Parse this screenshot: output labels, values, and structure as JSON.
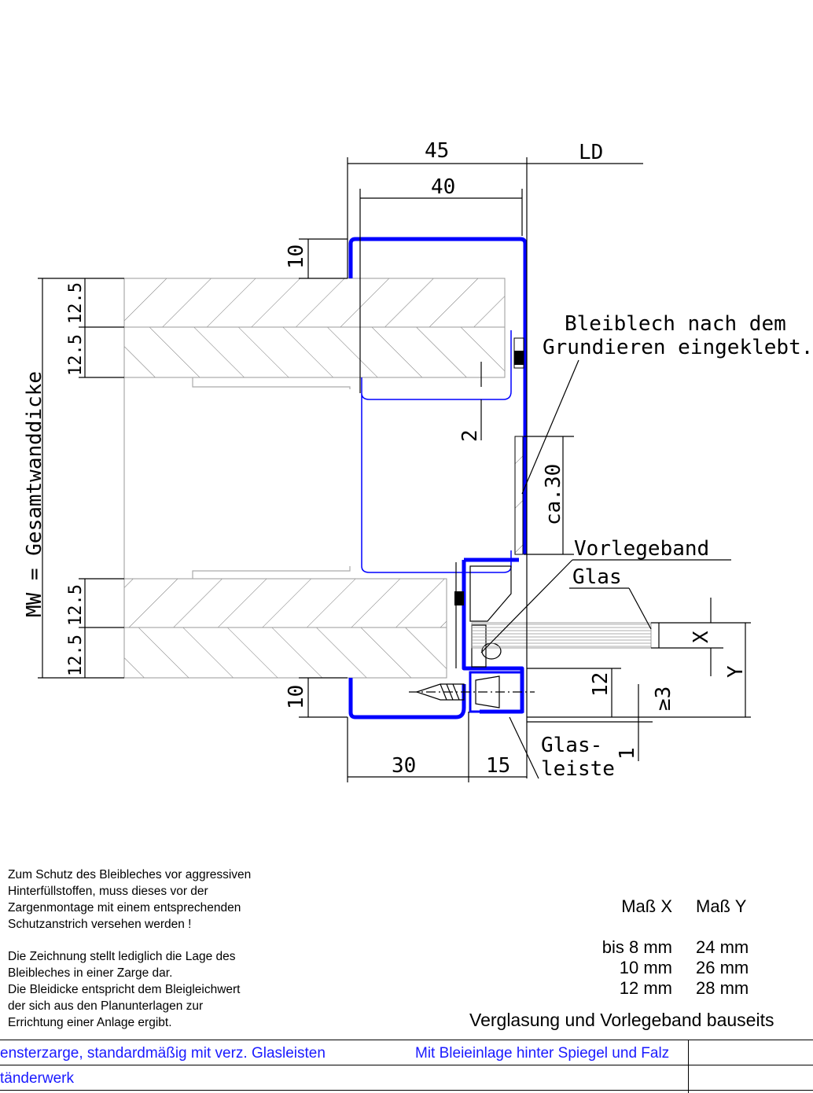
{
  "drawing": {
    "dims": {
      "d45": "45",
      "d40": "40",
      "ld": "LD",
      "d10_top": "10",
      "d12_5_a": "12.5",
      "d12_5_b": "12.5",
      "d12_5_c": "12.5",
      "d12_5_d": "12.5",
      "mw": "MW = Gesamtwanddicke",
      "d2": "2",
      "ca30": "ca.30",
      "d10_bot": "10",
      "d12": "12",
      "ge3": "≥3",
      "d1": "1",
      "d30": "30",
      "d15": "15",
      "x": "X",
      "y": "Y"
    },
    "labels": {
      "bleiblech_1": "Bleiblech nach dem",
      "bleiblech_2": "Grundieren eingeklebt.",
      "vorlegeband": "Vorlegeband",
      "glas": "Glas",
      "glasleiste_1": "Glas-",
      "glasleiste_2": "leiste"
    },
    "colors": {
      "frame": "#0000ff",
      "line": "#000000",
      "hatch": "#666666"
    }
  },
  "notes": {
    "block1": [
      "Zum Schutz des Bleibleches vor aggressiven",
      "Hinterfüllstoffen, muss dieses vor der",
      "Zargenmontage mit einem entsprechenden",
      "Schutzanstrich versehen werden !"
    ],
    "block2": [
      "Die Zeichnung stellt lediglich die Lage des",
      "Bleibleches in einer Zarge dar.",
      "Die Bleidicke entspricht dem Bleigleichwert",
      "der sich aus den Planunterlagen zur",
      "Errichtung einer Anlage ergibt."
    ]
  },
  "table": {
    "head_x": "Maß X",
    "head_y": "Maß Y",
    "rows": [
      {
        "x": "bis 8 mm",
        "y": "24 mm"
      },
      {
        "x": "10 mm",
        "y": "26 mm"
      },
      {
        "x": "12 mm",
        "y": "28 mm"
      }
    ],
    "caption": "Verglasung und Vorlegeband bauseits"
  },
  "footer": {
    "row1_left": "ensterzarge, standardmäßig mit verz. Glasleisten",
    "row1_mid": "Mit Bleieinlage hinter Spiegel und Falz",
    "row2_left": "tänderwerk"
  }
}
